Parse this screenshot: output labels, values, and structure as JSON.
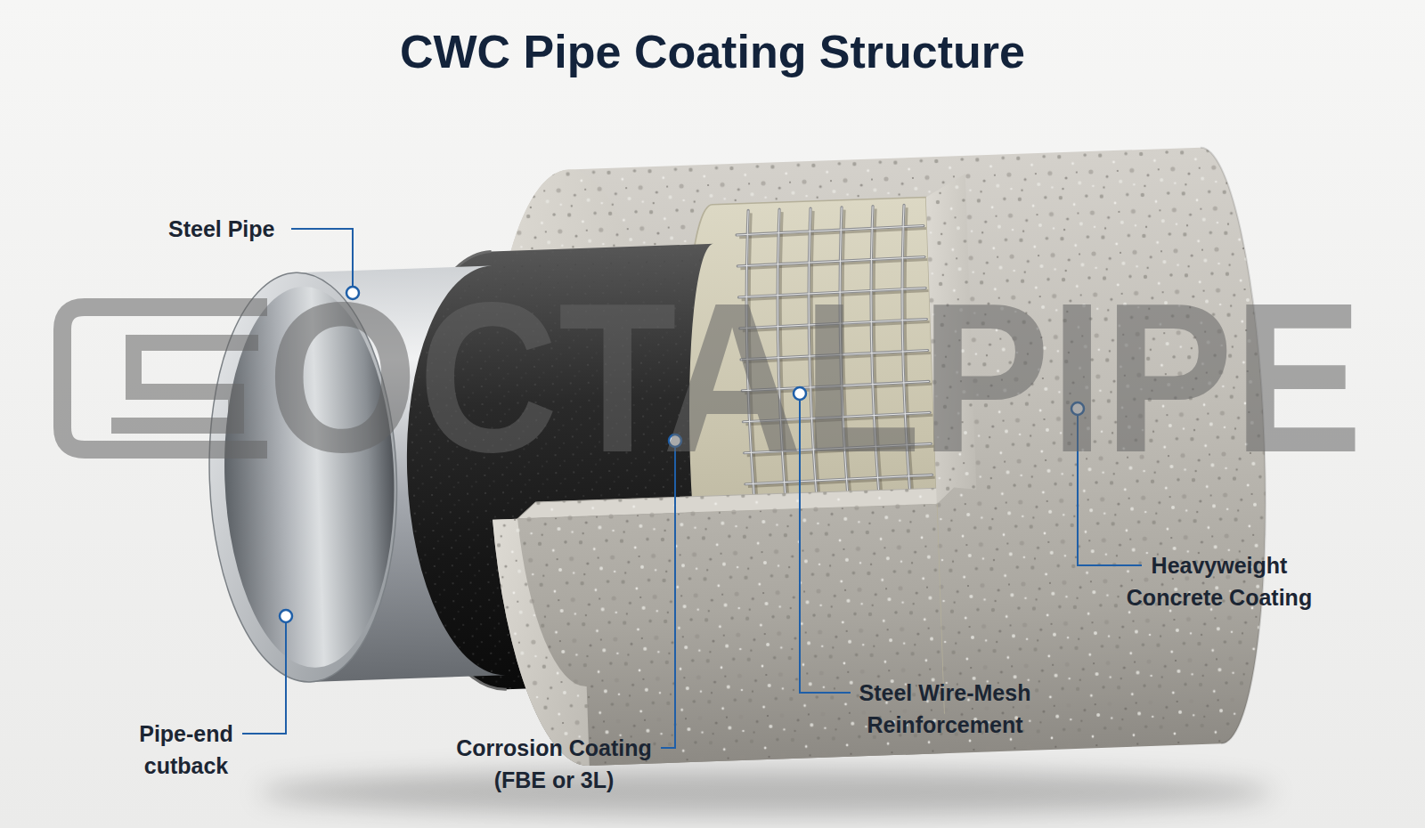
{
  "diagram": {
    "title": "CWC Pipe Coating Structure",
    "labels": [
      "Steel Pipe",
      "OCTALPIPE",
      "Heavyweight Concrete Coating",
      "Pipe-end cutback",
      "Corrosion Coating (FBE or 3L)",
      "Steel Wire-Mesh Reinforcement"
    ]
  }
}
